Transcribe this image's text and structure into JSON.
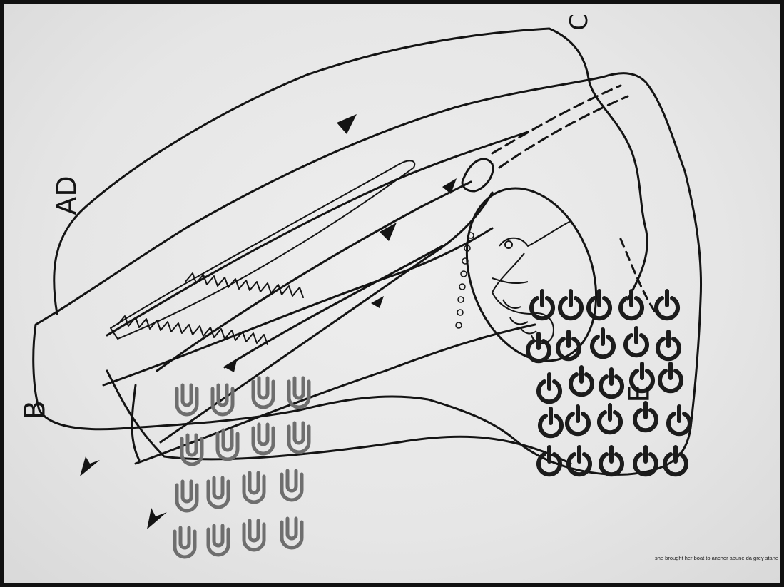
{
  "labels": {
    "ad": "AD",
    "b": "B",
    "c": "C",
    "e": "E"
  },
  "caption": "she brought her boat to anchor abune da grey stane",
  "colors": {
    "paper": "#e8e8e8",
    "ink": "#141414",
    "stamp_grey": "#6e6e6e",
    "frame": "#111111"
  },
  "icons": {
    "u_stamp": "u-stamp-icon",
    "power_stamp": "power-symbol-icon",
    "arrowhead": "arrowhead-icon",
    "bird": "bird-icon"
  }
}
